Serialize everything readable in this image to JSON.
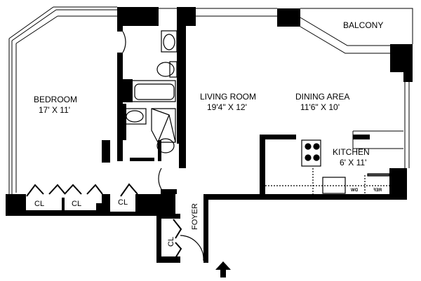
{
  "rooms": {
    "bedroom": {
      "name": "BEDROOM",
      "size": "17' X 11'"
    },
    "living_room": {
      "name": "LIVING ROOM",
      "size": "19'4\" X 12'"
    },
    "dining_area": {
      "name": "DINING AREA",
      "size": "11'6\" X 10'"
    },
    "kitchen": {
      "name": "KITCHEN",
      "size": "6' X 11'"
    },
    "balcony": {
      "name": "BALCONY"
    },
    "foyer": {
      "name": "FOYER"
    }
  },
  "closets": [
    "CL",
    "CL",
    "CL",
    "CL"
  ],
  "appliances": {
    "dishwasher": "DW",
    "refrigerator": "REF"
  },
  "colors": {
    "wall": "#000000",
    "background": "#ffffff"
  },
  "icons": {
    "entry": "arrow-up-icon"
  }
}
